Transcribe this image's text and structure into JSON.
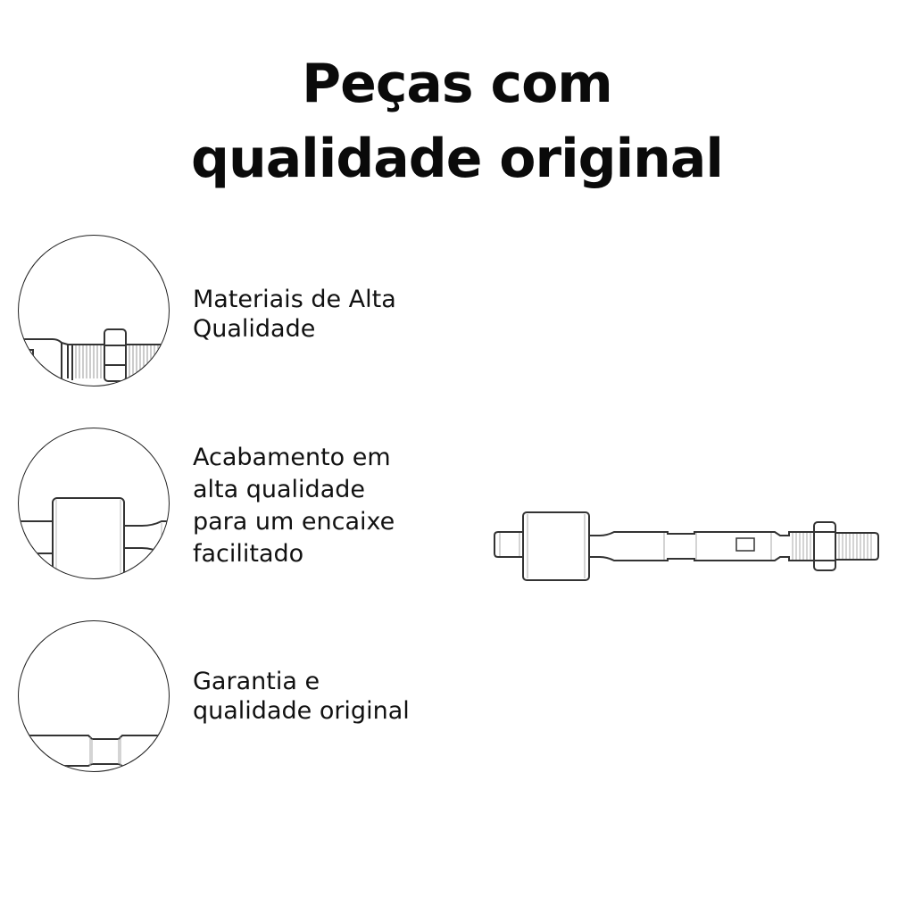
{
  "title": {
    "line1": "Peças com",
    "line2": "qualidade original"
  },
  "features": [
    {
      "icon": "tie-rod-thread-nut-detail-icon",
      "lines": [
        "Materiais de Alta",
        "Qualidade"
      ]
    },
    {
      "icon": "tie-rod-ball-joint-housing-detail-icon",
      "lines": [
        "Acabamento em",
        "alta qualidade",
        "para um encaixe",
        "facilitado"
      ]
    },
    {
      "icon": "tie-rod-shaft-detail-icon",
      "lines": [
        "Garantia e",
        "qualidade original"
      ]
    }
  ],
  "product": {
    "icon": "axial-tie-rod-illustration"
  },
  "colors": {
    "background": "#ffffff",
    "text": "#111111",
    "line_art": "#333333"
  }
}
